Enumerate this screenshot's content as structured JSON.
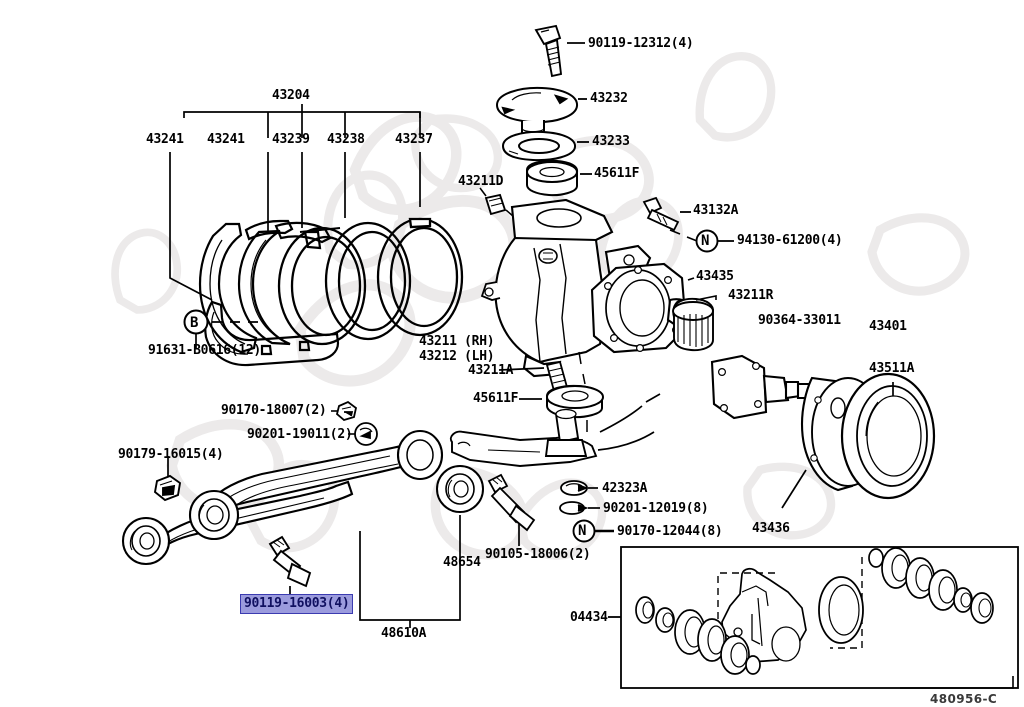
{
  "diagram": {
    "sheet_code": "480956-C",
    "highlight_color": "#9b9bdd",
    "highlight_border": "#3b3bb0",
    "watermark": "toyota-emblem-watermark"
  },
  "group_bracket": {
    "label": "43204",
    "members": [
      "43241",
      "43241",
      "43239",
      "43238",
      "43237"
    ]
  },
  "labels": {
    "l_43204": "43204",
    "l_43241a": "43241",
    "l_43241b": "43241",
    "l_43239": "43239",
    "l_43238": "43238",
    "l_43237": "43237",
    "l_91631": "91631-B0616(12)",
    "l_B": "B",
    "l_90119_12312": "90119-12312(4)",
    "l_43232": "43232",
    "l_43233": "43233",
    "l_45611F_top": "45611F",
    "l_43211D": "43211D",
    "l_43132A": "43132A",
    "l_94130": "94130-61200(4)",
    "l_N_top": "N",
    "l_43435": "43435",
    "l_43211R": "43211R",
    "l_90364": "90364-33011",
    "l_43401": "43401",
    "l_43511A": "43511A",
    "l_43436": "43436",
    "l_43211RH": "43211 (RH)",
    "l_43212LH": "43212 (LH)",
    "l_43211A": "43211A",
    "l_45611F_mid": "45611F",
    "l_90170_18007": "90170-18007(2)",
    "l_90201_19011": "90201-19011(2)",
    "l_90179_16015": "90179-16015(4)",
    "l_90119_16003": "90119-16003(4)",
    "l_48610A": "48610A",
    "l_48654": "48654",
    "l_90105_18006": "90105-18006(2)",
    "l_42323A": "42323A",
    "l_90201_12019": "90201-12019(8)",
    "l_90170_12044": "90170-12044(8)",
    "l_N_bottom": "N",
    "l_04434": "04434"
  }
}
